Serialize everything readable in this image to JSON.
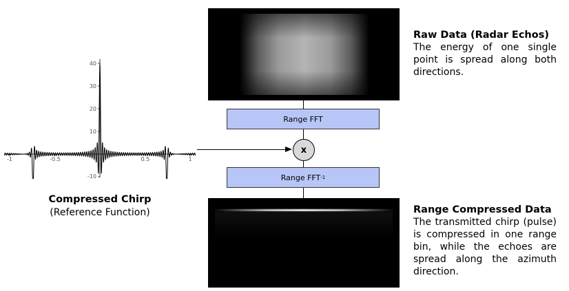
{
  "chirp": {
    "title": "Compressed Chirp",
    "subtitle": "(Reference Function)",
    "y_ticks": [
      "40",
      "30",
      "20",
      "10",
      "-10"
    ],
    "x_ticks": [
      "-1",
      "-0.5",
      "0.5",
      "1"
    ]
  },
  "raw_data": {
    "heading": "Raw Data (Radar Echos)",
    "text": "The energy of one single point is spread along both directions."
  },
  "range_compressed": {
    "heading": "Range Compressed Data",
    "text": "The transmitted chirp (pulse) is compressed in one range bin, while the echoes are spread along the azimuth direction."
  },
  "blocks": {
    "range_fft": "Range FFT",
    "range_ifft": "Range FFT",
    "range_ifft_sup": "-1",
    "multiply": "x"
  },
  "colors": {
    "fft_box": "#b7c6f7",
    "multiplier": "#d9d9d9",
    "panel_bg": "#000000"
  }
}
